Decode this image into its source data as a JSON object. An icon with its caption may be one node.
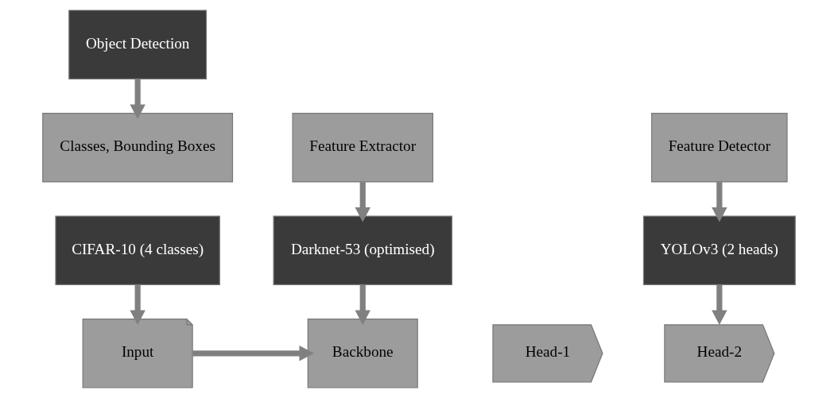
{
  "diagram": {
    "nodes": [
      {
        "text": [
          "Darknet-53 (optimised)"
        ]
      },
      {
        "text": [
          "Feature Extractor"
        ]
      },
      {
        "text": [
          "Object Detection"
        ]
      },
      {
        "text": [
          "Input"
        ]
      },
      {
        "text": [
          "Backbone"
        ]
      },
      {
        "text": [
          "Head-1"
        ]
      },
      {
        "text": [
          "Head-2"
        ]
      },
      {
        "text": [
          "Classes, Bounding Boxes"
        ]
      },
      {
        "text": [
          "CIFAR-10 (4 classes)"
        ]
      },
      {
        "text": [
          "Feature Detector"
        ]
      },
      {
        "text": [
          "YOLOv3 (2 heads)"
        ]
      }
    ],
    "edges": [
      {
        "from": 1,
        "to": 0,
        "arrow": "to"
      },
      {
        "from": 0,
        "to": 4,
        "arrow": "to"
      },
      {
        "from": 2,
        "to": 7,
        "arrow": "to"
      },
      {
        "from": 3,
        "to": 4,
        "arrow": "to"
      },
      {
        "from": 8,
        "to": 3,
        "arrow": "to"
      },
      {
        "from": 9,
        "to": 10,
        "arrow": "to"
      },
      {
        "from": 10,
        "to": 6,
        "arrow": "to"
      }
    ]
  }
}
